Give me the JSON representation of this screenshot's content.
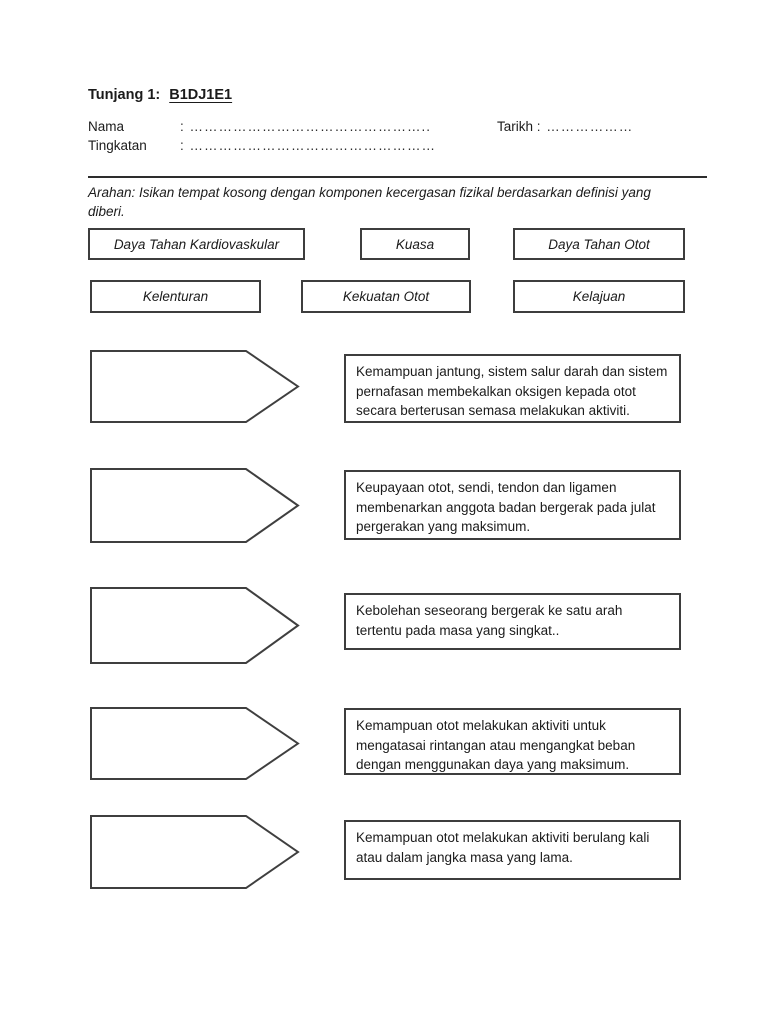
{
  "colors": {
    "ink": "#1b1b1b",
    "line": "#3d3d3d"
  },
  "header": {
    "title_label": "Tunjang 1:",
    "title_code": "B1DJ1E1",
    "nama_label": "Nama",
    "nama_value": ": …………………………………………..",
    "tingkatan_label": "Tingkatan",
    "tingkatan_value": ": ……………………………………………",
    "tarikh_label": "Tarikh",
    "tarikh_value": ": ………………"
  },
  "instruction": "Arahan: Isikan tempat kosong dengan komponen kecergasan fizikal berdasarkan definisi yang diberi.",
  "option_boxes": [
    {
      "label": "Daya Tahan Kardiovaskular"
    },
    {
      "label": "Kuasa"
    },
    {
      "label": "Daya Tahan Otot"
    },
    {
      "label": "Kelenturan"
    },
    {
      "label": "Kekuatan Otot"
    },
    {
      "label": "Kelajuan"
    }
  ],
  "definitions": [
    {
      "text": "Kemampuan jantung, sistem salur darah dan sistem pernafasan membekalkan oksigen kepada otot secara berterusan semasa melakukan aktiviti."
    },
    {
      "text": "Keupayaan otot, sendi, tendon dan ligamen membenarkan anggota badan bergerak pada julat pergerakan yang maksimum."
    },
    {
      "text": "Kebolehan seseorang bergerak ke satu arah tertentu pada masa yang singkat.."
    },
    {
      "text": "Kemampuan otot melakukan aktiviti untuk mengatasai rintangan atau mengangkat beban dengan menggunakan daya yang maksimum."
    },
    {
      "text": "Kemampuan otot melakukan aktiviti berulang kali atau dalam jangka masa yang lama."
    }
  ]
}
